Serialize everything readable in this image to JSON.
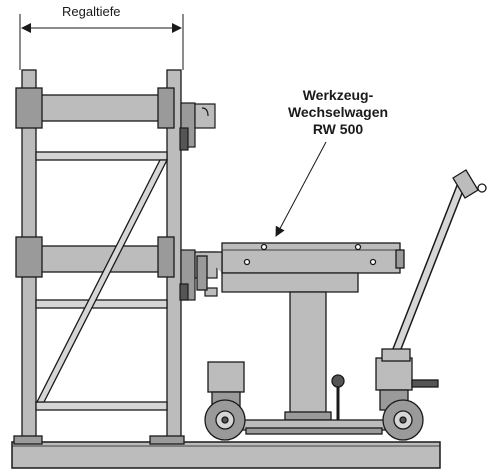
{
  "dimension": {
    "label": "Regaltiefe"
  },
  "callout": {
    "line1": "Werkzeug-",
    "line2": "Wechselwagen",
    "line3": "RW 500"
  },
  "colors": {
    "outline": "#1a1a1a",
    "fill": "#bcbcbc",
    "fill_dark": "#9a9a9a",
    "fill_light": "#d6d6d6",
    "background": "#ffffff"
  }
}
